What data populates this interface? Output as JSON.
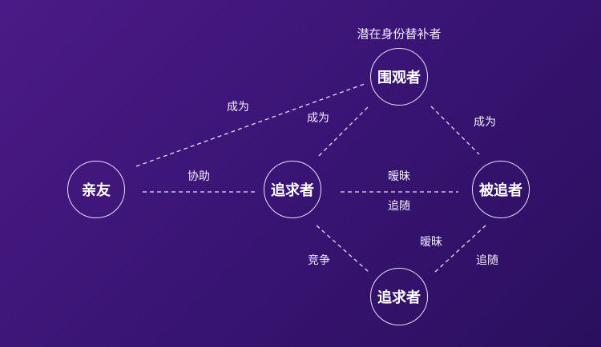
{
  "caption": "潜在身份替补者",
  "nodes": {
    "relatives": "亲友",
    "pursuer": "追求者",
    "pursued": "被追者",
    "onlooker": "围观者",
    "pursuer2": "追求者"
  },
  "edges": {
    "relatives_onlooker": "成为",
    "pursuer_onlooker": "成为",
    "pursued_onlooker": "成为",
    "relatives_pursuer": "协助",
    "pursuer_pursued_top": "暧昧",
    "pursuer_pursued_bottom": "追随",
    "pursuer2_pursued_top": "暧昧",
    "pursuer2_pursued_bottom": "追随",
    "pursuer_pursuer2": "竞争"
  }
}
